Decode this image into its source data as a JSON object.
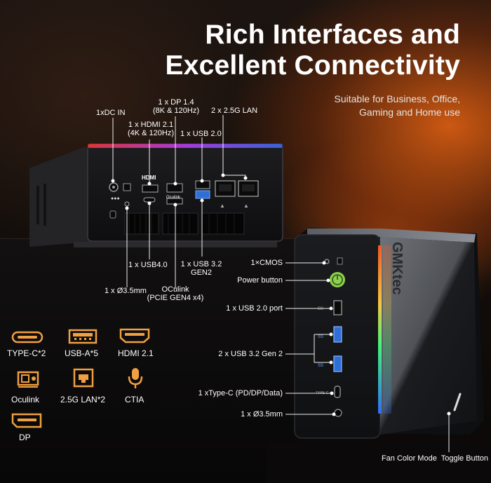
{
  "title_line1": "Rich Interfaces and",
  "title_line2": "Excellent Connectivity",
  "subtitle_line1": "Suitable for Business, Office,",
  "subtitle_line2": "Gaming and Home use",
  "brand": "GMKtec",
  "rear_labels": {
    "dc_in": "1xDC IN",
    "hdmi_l1": "1 x HDMI 2.1",
    "hdmi_l2": "(4K & 120Hz)",
    "dp_l1": "1 x DP 1.4",
    "dp_l2": "(8K & 120Hz)",
    "usb20": "1 x USB 2.0",
    "lan": "2 x 2.5G LAN",
    "usb40": "1 x USB4.0",
    "usb32_l1": "1 x USB 3.2",
    "usb32_l2": "GEN2",
    "audio": "1 x Ø3.5mm",
    "oculink_l1": "OCulink",
    "oculink_l2": "(PCIE GEN4 x4)",
    "hdmi_port_text": "HDMI",
    "oculink_port_text": "Oculink"
  },
  "front_labels": {
    "cmos": "1×CMOS",
    "power": "Power button",
    "usb20_port": "1 x USB 2.0 port",
    "usb32": "2 x USB 3.2 Gen 2",
    "typec": "1 xType-C (PD/DP/Data)",
    "audio": "1 x Ø3.5mm",
    "fan": "Fan Color Mode  Toggle Button"
  },
  "legend": [
    {
      "label": "TYPE-C*2",
      "icon": "type-c-icon"
    },
    {
      "label": "USB-A*5",
      "icon": "usb-a-icon"
    },
    {
      "label": "HDMI 2.1",
      "icon": "hdmi-icon"
    },
    {
      "label": "Oculink",
      "icon": "oculink-icon"
    },
    {
      "label": "2.5G LAN*2",
      "icon": "lan-icon"
    },
    {
      "label": "CTIA",
      "icon": "microphone-icon"
    },
    {
      "label": "DP",
      "icon": "displayport-icon"
    }
  ],
  "colors": {
    "accent": "#f0a040",
    "power_green": "#8fd14f",
    "usb3_blue": "#2f6fd6"
  }
}
